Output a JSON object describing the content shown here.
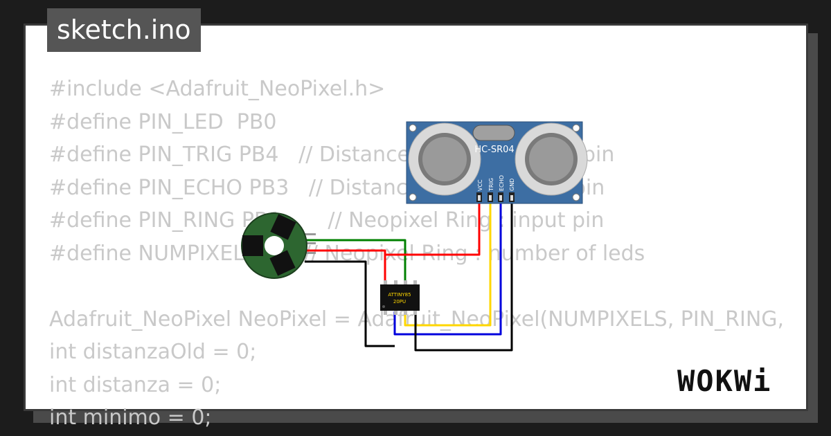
{
  "tab": {
    "title": "sketch.ino"
  },
  "code_lines": [
    "#include <Adafruit_NeoPixel.h>",
    "#define PIN_LED  PB0",
    "#define PIN_TRIG PB4   // Distance sensor : trigger pin",
    "#define PIN_ECHO PB3   // Distance sensor : echo pin",
    "#define PIN_RING PB1       // Neopixel Ring : input pin",
    "#define NUMPIXELS 8    // Neopixel Ring : number of leds",
    "",
    "Adafruit_NeoPixel NeoPixel = Adafruit_NeoPixel(NUMPIXELS, PIN_RING,",
    "int distanzaOld = 0;",
    "int distanza = 0;",
    "int minimo = 0;"
  ],
  "sensor": {
    "label": "HC-SR04",
    "pins": [
      "VCC",
      "TRIG",
      "ECHO",
      "GND"
    ]
  },
  "chip": {
    "line1": "ATTINY85",
    "line2": "20PU"
  },
  "wire_colors": {
    "red": "#ff0000",
    "green": "#008000",
    "yellow": "#ffd700",
    "blue": "#0000dd",
    "black": "#000000"
  },
  "logo": {
    "text": "WOKWi"
  }
}
